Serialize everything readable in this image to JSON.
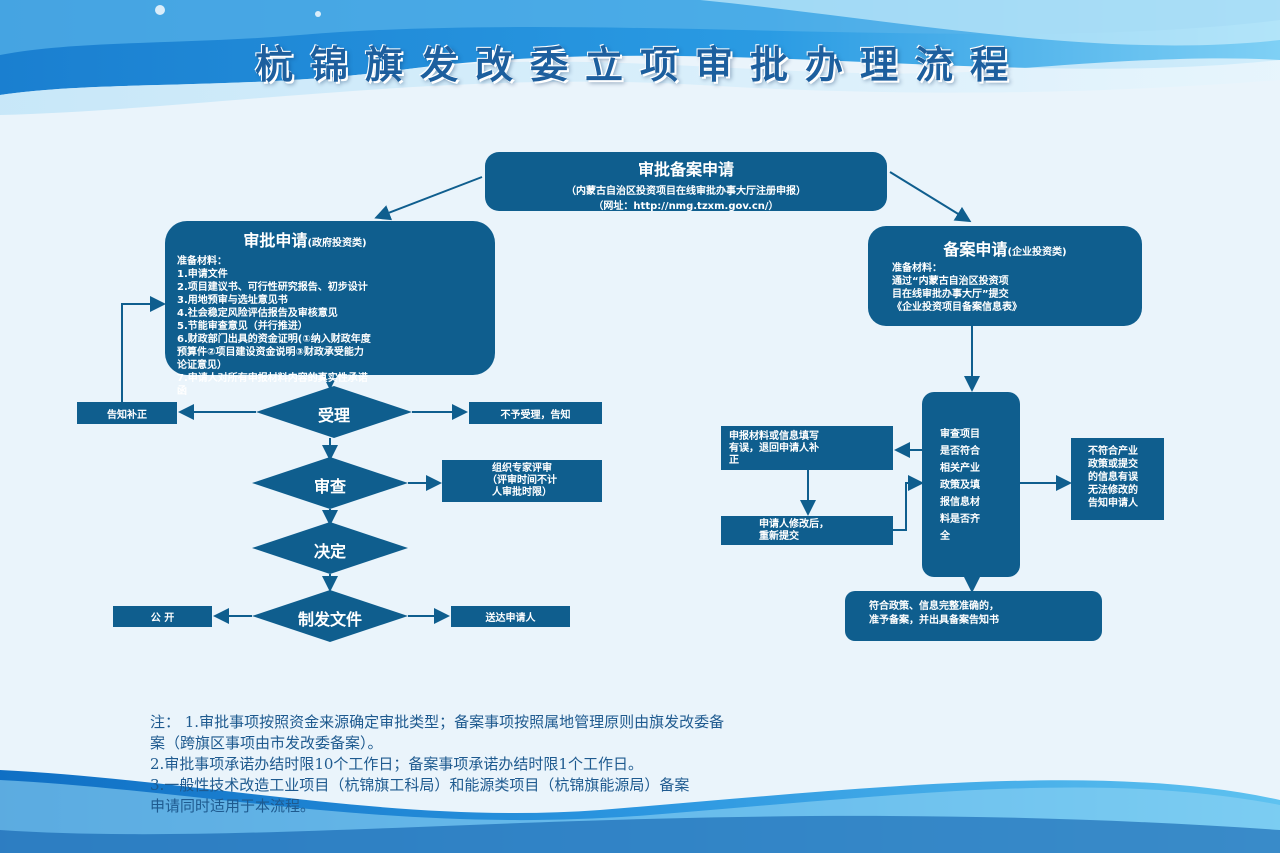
{
  "title": "杭锦旗发改委立项审批办理流程",
  "top_box": {
    "title": "审批备案申请",
    "line1": "（内蒙古自治区投资项目在线审批办事大厅注册申报）",
    "line2": "（网址：http://nmg.tzxm.gov.cn/）"
  },
  "left_box": {
    "title": "审批申请",
    "subtitle": "(政府投资类)",
    "materials_label": "准备材料：",
    "items": [
      "1.申请文件",
      "2.项目建议书、可行性研究报告、初步设计",
      "3.用地预审与选址意见书",
      "4.社会稳定风险评估报告及审核意见",
      "5.节能审查意见（并行推进）",
      "6.财政部门出具的资金证明(①纳入财政年度",
      "预算件②项目建设资金说明③财政承受能力",
      "论证意见）",
      "7.申请人对所有申报材料内容的真实性承诺",
      "函"
    ]
  },
  "right_box": {
    "title": "备案申请",
    "subtitle": "(企业投资类)",
    "materials_label": "准备材料：",
    "lines": [
      "通过“内蒙古自治区投资项",
      "目在线审批办事大厅”提交",
      "《企业投资项目备案信息表》"
    ]
  },
  "left_flow": {
    "accept": "受理",
    "review": "审查",
    "decide": "决定",
    "issue": "制发文件",
    "notify_supplement": "告知补正",
    "reject": "不予受理，告知",
    "expert": [
      "组织专家评审",
      "（评审时间不计",
      "人审批时限）"
    ],
    "publish": "公 开",
    "deliver": "送达申请人"
  },
  "right_flow": {
    "check": [
      "审查项目",
      "是否符合",
      "相关产业",
      "政策及填",
      "报信息材",
      "料是否齐",
      "全"
    ],
    "error_return": [
      "申报材料或信息填写",
      "有误，退回申请人补",
      "正"
    ],
    "resubmit": [
      "申请人修改后，",
      "重新提交"
    ],
    "not_comply": [
      "不符合产业",
      "政策或提交",
      "的信息有误",
      "无法修改的",
      "告知申请人"
    ],
    "approve": [
      "符合政策、信息完整准确的，",
      "准予备案，并出具备案告知书"
    ]
  },
  "notes": [
    "注：  1.审批事项按照资金来源确定审批类型；备案事项按照属地管理原则由旗发改委备",
    "         案（跨旗区事项由市发改委备案）。",
    "      2.审批事项承诺办结时限10个工作日；备案事项承诺办结时限1个工作日。",
    "      3.一般性技术改造工业项目（杭锦旗工科局）和能源类项目（杭锦旗能源局）备案",
    "申请同时适用于本流程。"
  ],
  "colors": {
    "box": "#0f5e8e",
    "arrow": "#0f5e8e",
    "title": "#1d5f9e",
    "notes": "#1e5a8f",
    "bg": "#eaf4fb"
  }
}
